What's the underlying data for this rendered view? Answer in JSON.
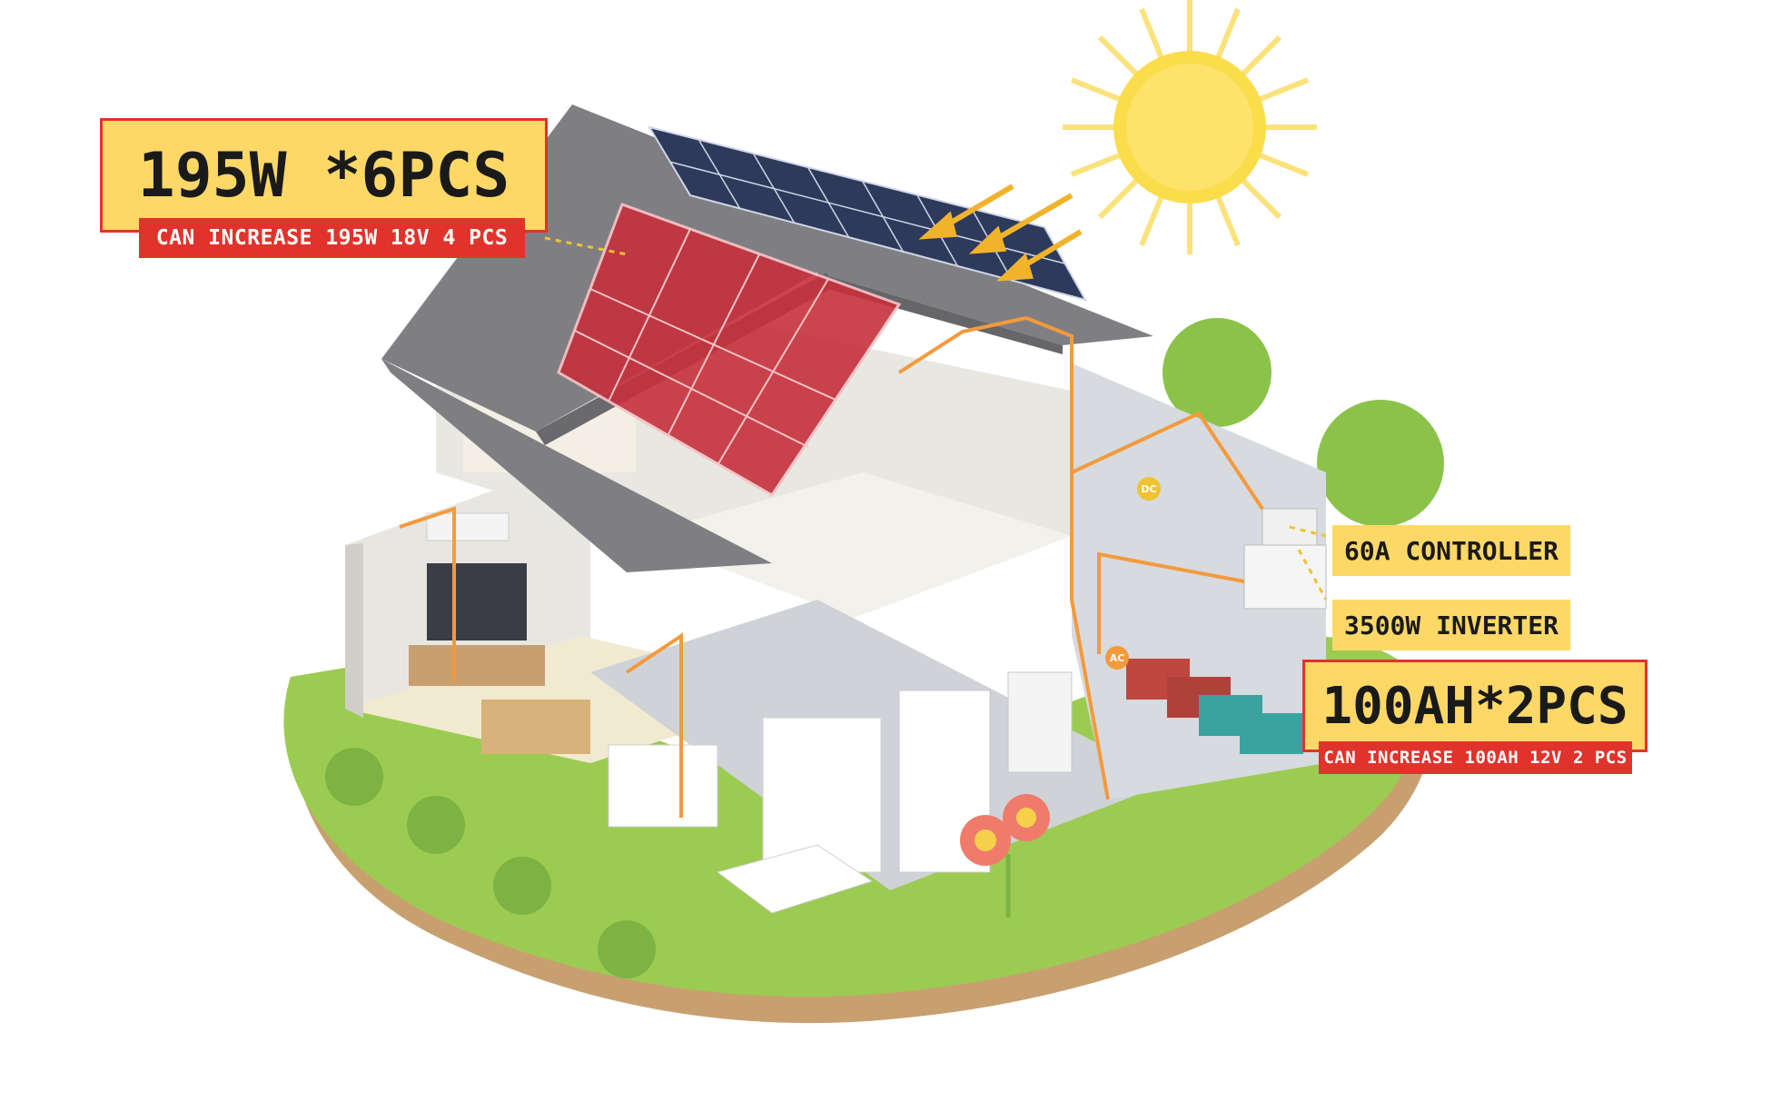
{
  "labels": {
    "panels_main": "195W *6PCS",
    "panels_sub": "CAN INCREASE 195W 18V 4 PCS",
    "controller": "60A CONTROLLER",
    "inverter": "3500W INVERTER",
    "battery_main": "100AH*2PCS",
    "battery_sub": "CAN INCREASE 100AH 12V 2 PCS"
  },
  "badges": {
    "dc": "DC",
    "ac": "AC"
  },
  "icons": [
    "sun-icon",
    "solar-panel-icon",
    "battery-icon",
    "controller-icon",
    "inverter-icon",
    "tv-icon",
    "fridge-icon",
    "washing-machine-icon",
    "air-conditioner-icon",
    "flower-icon",
    "bush-icon"
  ],
  "colors": {
    "label_fill": "#fdd866",
    "label_border": "#e0332c",
    "wire": "#f39a3d",
    "grass": "#9ccb52",
    "soil": "#c8a070",
    "roof": "#7f7f83",
    "sun": "#fbdc4a",
    "panel": "#2e3a5c",
    "panel_highlight": "#c6303b"
  }
}
